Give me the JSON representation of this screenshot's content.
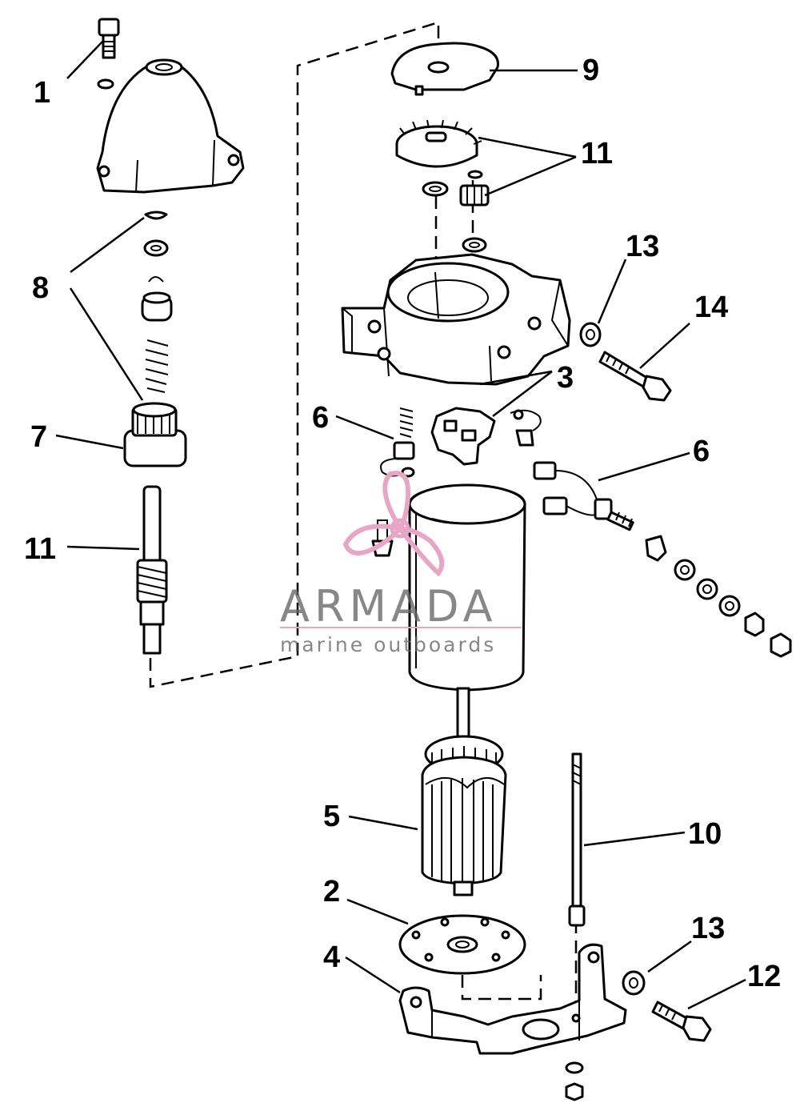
{
  "watermark": {
    "title": "ARMADA",
    "subtitle": "marine outboards",
    "logo_color": "#e8a6c6"
  },
  "callouts": {
    "c1": "1",
    "c2": "2",
    "c3": "3",
    "c4": "4",
    "c5": "5",
    "c6a": "6",
    "c6b": "6",
    "c7": "7",
    "c8": "8",
    "c9": "9",
    "c10": "10",
    "c11a": "11",
    "c11b": "11",
    "c12": "12",
    "c13a": "13",
    "c13b": "13",
    "c14": "14"
  }
}
